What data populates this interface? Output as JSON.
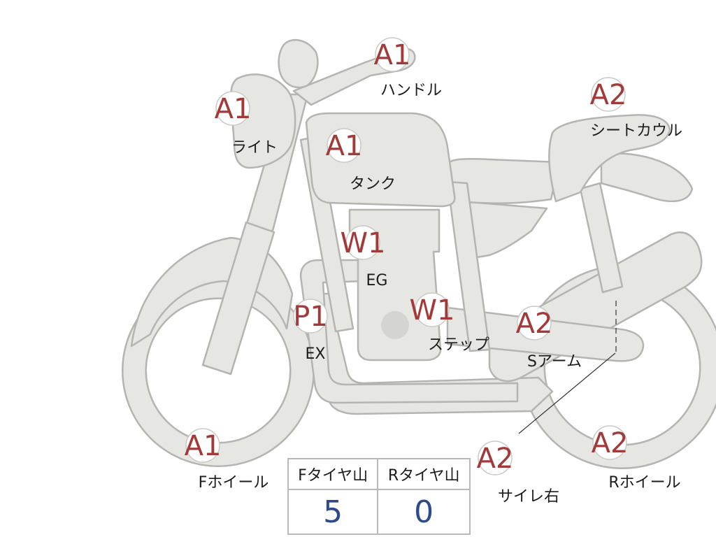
{
  "parts": [
    {
      "key": "handle",
      "code": "A1",
      "label": "ハンドル"
    },
    {
      "key": "light",
      "code": "A1",
      "label": "ライト"
    },
    {
      "key": "tank",
      "code": "A1",
      "label": "タンク"
    },
    {
      "key": "seat_cowl",
      "code": "A2",
      "label": "シートカウル"
    },
    {
      "key": "engine",
      "code": "W1",
      "label": "EG"
    },
    {
      "key": "exhaust",
      "code": "P1",
      "label": "EX"
    },
    {
      "key": "step",
      "code": "W1",
      "label": "ステップ"
    },
    {
      "key": "swingarm",
      "code": "A2",
      "label": "Sアーム"
    },
    {
      "key": "f_wheel",
      "code": "A1",
      "label": "Fホイール"
    },
    {
      "key": "muffler_r",
      "code": "A2",
      "label": "サイレ右"
    },
    {
      "key": "r_wheel",
      "code": "A2",
      "label": "Rホイール"
    }
  ],
  "tread_table": {
    "headers": [
      "Fタイヤ山",
      "Rタイヤ山"
    ],
    "values": [
      "5",
      "0"
    ]
  },
  "colors": {
    "code": "#a23a3a",
    "value": "#2c4a8c",
    "body_fill": "#e6e6e3",
    "outline": "#b4b4b0"
  }
}
